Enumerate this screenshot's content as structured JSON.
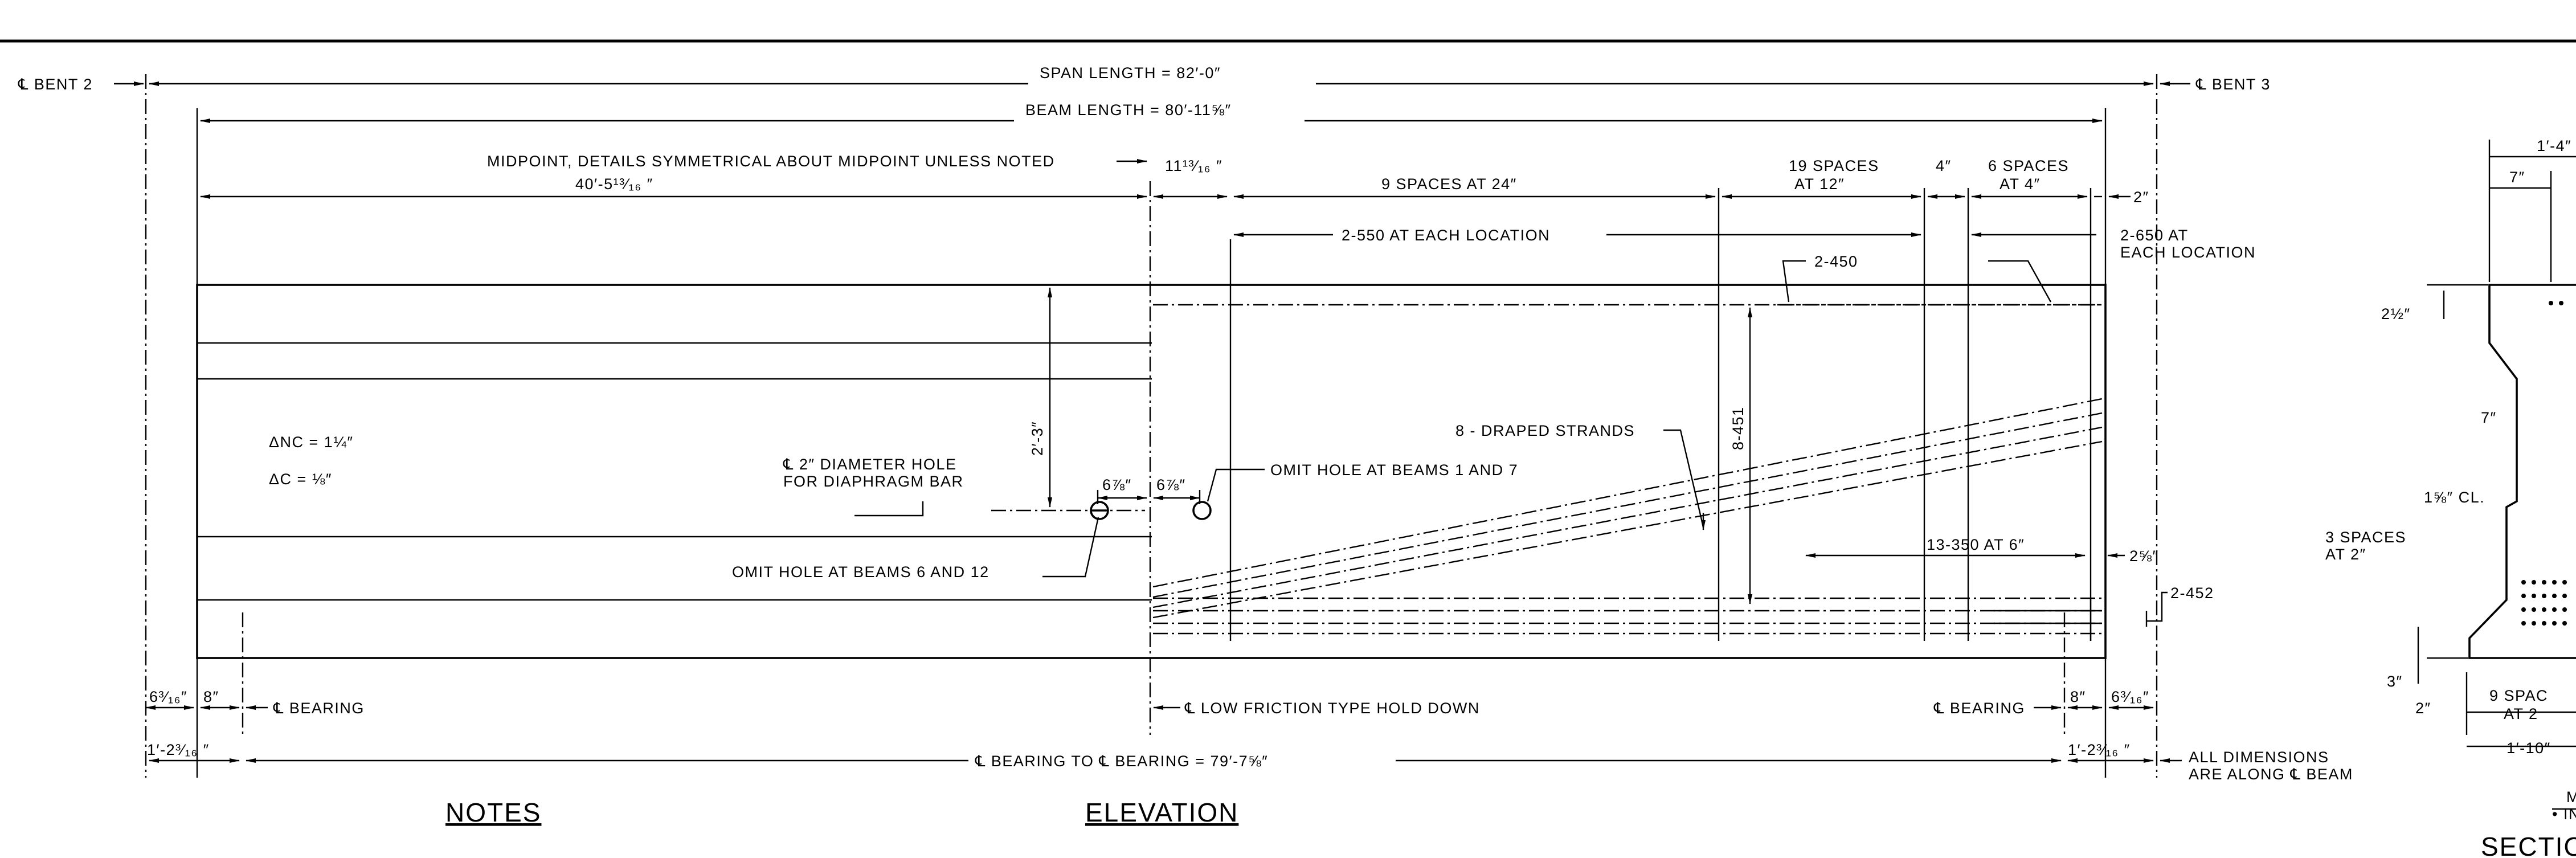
{
  "labels": {
    "bent2": "℄ BENT 2",
    "bent3": "℄ BENT 3",
    "span_length": "SPAN LENGTH = 82′-0″",
    "beam_length": "BEAM LENGTH = 80′-11⅝″",
    "midpoint_note": "MIDPOINT, DETAILS SYMMETRICAL ABOUT MIDPOINT UNLESS NOTED",
    "half_length": "40′-5¹³⁄₁₆ ″",
    "dim_11_13_16": "11¹³⁄₁₆ ″",
    "nine_spaces": "9 SPACES AT 24″",
    "nineteen_spaces_1": "19 SPACES",
    "nineteen_spaces_2": "AT 12″",
    "four_in": "4″",
    "six_spaces_1": "6 SPACES",
    "six_spaces_2": "AT 4″",
    "two_in": "2″",
    "bars_550": "2-550 AT EACH LOCATION",
    "bars_650_1": "2-650 AT",
    "bars_650_2": "EACH LOCATION",
    "bars_450": "2-450",
    "dnc": "ΔNC = 1¼″",
    "dc": "ΔC  = ⅛″",
    "two_three": "2′-3″",
    "hole_1": "℄ 2″ DIAMETER HOLE",
    "hole_2": "FOR DIAPHRAGM BAR",
    "dim_6_7_8": "6⅞″",
    "omit_hole_1_7": "OMIT HOLE AT BEAMS 1 AND 7",
    "omit_hole_6_12": "OMIT HOLE AT BEAMS 6 AND 12",
    "draped_strands": "8 - DRAPED STRANDS",
    "bars_451": "8-451",
    "bars_350": "13-350 AT 6″",
    "dim_2_5_8": "2⅝″",
    "bars_452": "2-452",
    "dim_6_3_16": "6³⁄₁₆″",
    "eight_in": "8″",
    "bearing": "℄ BEARING",
    "hold_down": "℄ LOW FRICTION TYPE HOLD DOWN",
    "dim_1_2_3_16": "1′-2³⁄₁₆ ″",
    "bearing_to_bearing": "℄ BEARING TO ℄ BEARING = 79′-7⅝″",
    "all_dims_1": "ALL DIMENSIONS",
    "all_dims_2": "ARE ALONG ℄ BEAM",
    "notes_title": "NOTES",
    "elevation_title": "ELEVATION",
    "sec_1_4": "1′-4″",
    "sec_7a": "7″",
    "sec_2_1_2": "2½″",
    "sec_7b": "7″",
    "sec_1_5_8": "1⅝″ CL.",
    "sec_3spaces_1": "3 SPACES",
    "sec_3spaces_2": "AT 2″",
    "sec_3": "3″",
    "sec_2": "2″",
    "sec_9spac": "9 SPAC",
    "sec_at2": "AT 2",
    "sec_1_10": "1′-10″",
    "sec_m": "M",
    "sec_in": "• IN",
    "sec_title": "SECTION AT"
  }
}
